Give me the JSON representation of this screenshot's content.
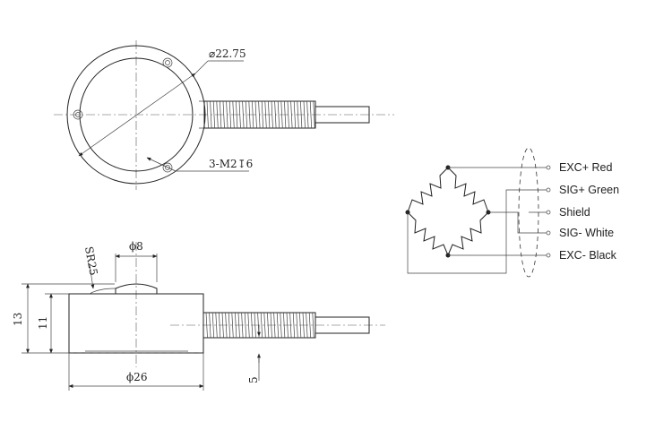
{
  "top_view": {
    "diameter_label": "⌀22.75",
    "thread_label": "3-M2↧6"
  },
  "side_view": {
    "sphere_radius_label": "SR25",
    "button_diameter_label": "ϕ8",
    "height_total_label": "13",
    "height_body_label": "11",
    "body_diameter_label": "ϕ26",
    "cable_offset_label": "5"
  },
  "wiring": {
    "wires": [
      {
        "label": "EXC+ Red"
      },
      {
        "label": "SIG+ Green"
      },
      {
        "label": "Shield"
      },
      {
        "label": "SIG- White"
      },
      {
        "label": "EXC- Black"
      }
    ]
  }
}
